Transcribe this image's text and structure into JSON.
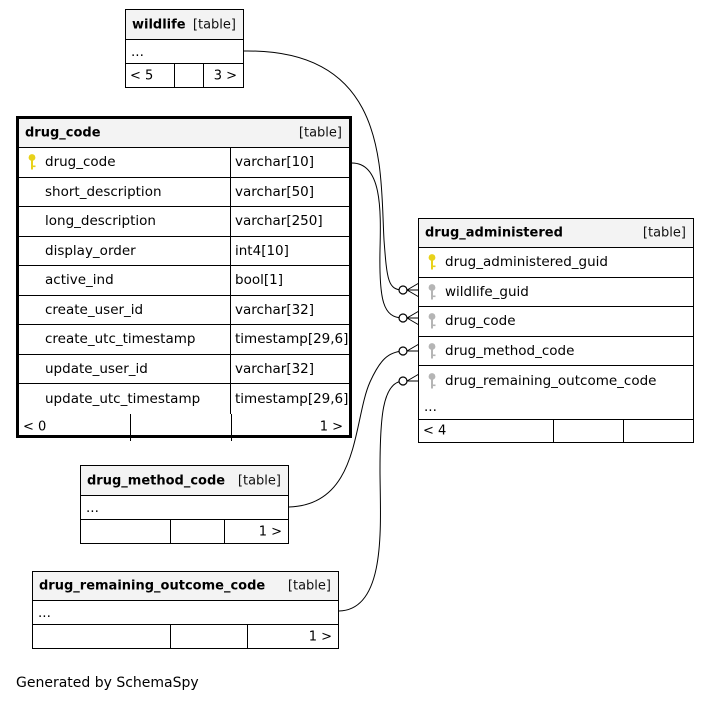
{
  "tables": {
    "wildlife": {
      "name": "wildlife",
      "kind": "[table]",
      "ellipsis": "...",
      "foot_left": "< 5",
      "foot_right": "3 >"
    },
    "drug_code": {
      "name": "drug_code",
      "kind": "[table]",
      "columns": [
        {
          "name": "drug_code",
          "type": "varchar[10]",
          "key": "primary"
        },
        {
          "name": "short_description",
          "type": "varchar[50]"
        },
        {
          "name": "long_description",
          "type": "varchar[250]"
        },
        {
          "name": "display_order",
          "type": "int4[10]"
        },
        {
          "name": "active_ind",
          "type": "bool[1]"
        },
        {
          "name": "create_user_id",
          "type": "varchar[32]"
        },
        {
          "name": "create_utc_timestamp",
          "type": "timestamp[29,6]"
        },
        {
          "name": "update_user_id",
          "type": "varchar[32]"
        },
        {
          "name": "update_utc_timestamp",
          "type": "timestamp[29,6]"
        }
      ],
      "foot_left": "< 0",
      "foot_right": "1 >"
    },
    "drug_administered": {
      "name": "drug_administered",
      "kind": "[table]",
      "columns": [
        {
          "name": "drug_administered_guid",
          "key": "primary"
        },
        {
          "name": "wildlife_guid",
          "key": "foreign"
        },
        {
          "name": "drug_code",
          "key": "foreign"
        },
        {
          "name": "drug_method_code",
          "key": "foreign"
        },
        {
          "name": "drug_remaining_outcome_code",
          "key": "foreign"
        }
      ],
      "ellipsis": "...",
      "foot_left": "< 4"
    },
    "drug_method_code": {
      "name": "drug_method_code",
      "kind": "[table]",
      "ellipsis": "...",
      "foot_right": "1 >"
    },
    "drug_remaining_outcome_code": {
      "name": "drug_remaining_outcome_code",
      "kind": "[table]",
      "ellipsis": "...",
      "foot_right": "1 >"
    }
  },
  "colors": {
    "primary_key": "#e8d21a",
    "foreign_key": "#b5b5b5",
    "header_bg": "#f3f3f3"
  },
  "footer": "Generated by SchemaSpy"
}
